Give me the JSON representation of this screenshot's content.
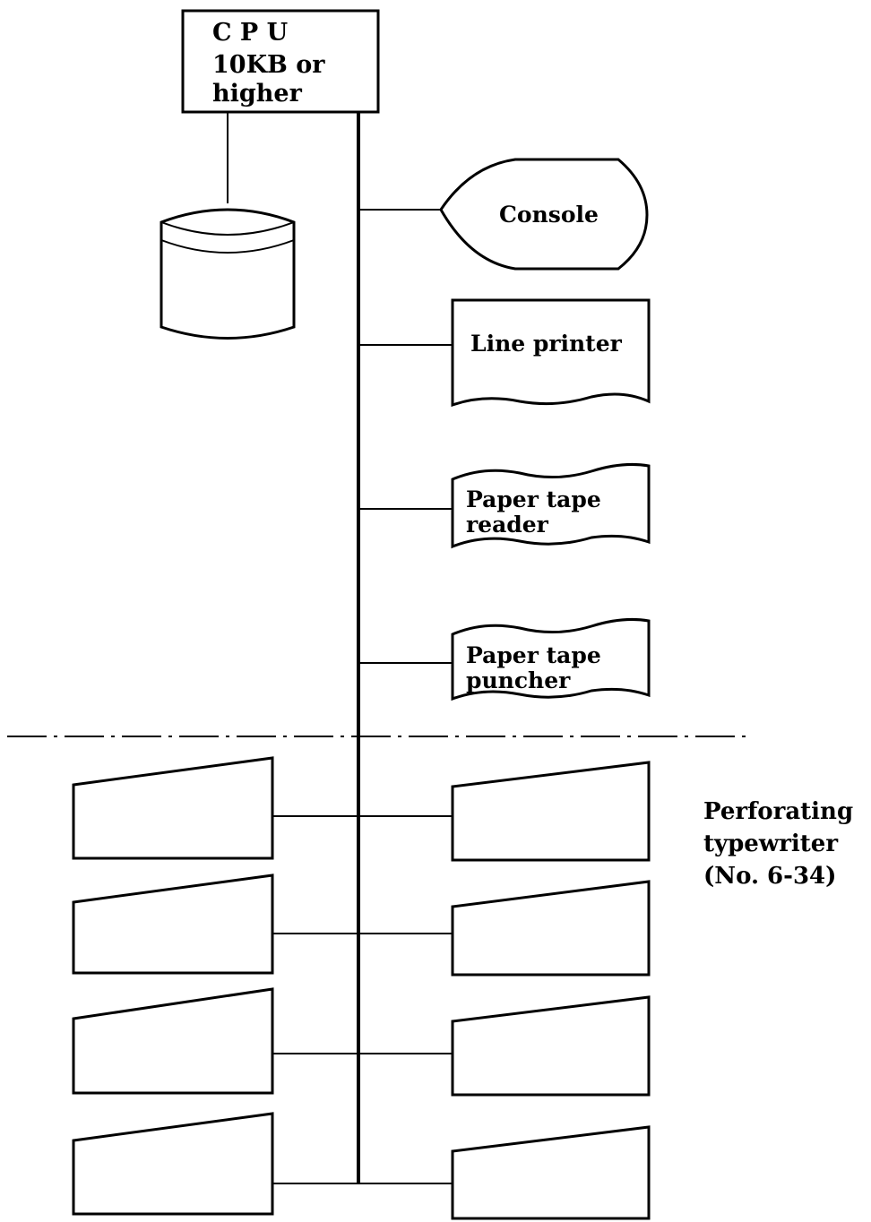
{
  "cpu": {
    "line1": "C P U",
    "line2": "10KB  or",
    "line3": "higher"
  },
  "devices": {
    "console": "Console",
    "line_printer": "Line printer",
    "paper_tape_reader": {
      "line1": "Paper tape",
      "line2": "reader"
    },
    "paper_tape_puncher": {
      "line1": "Paper tape",
      "line2": "puncher"
    }
  },
  "typewriters": {
    "label_line1": "Perforating",
    "label_line2": "typewriter",
    "label_line3": "(No. 6-34)"
  }
}
